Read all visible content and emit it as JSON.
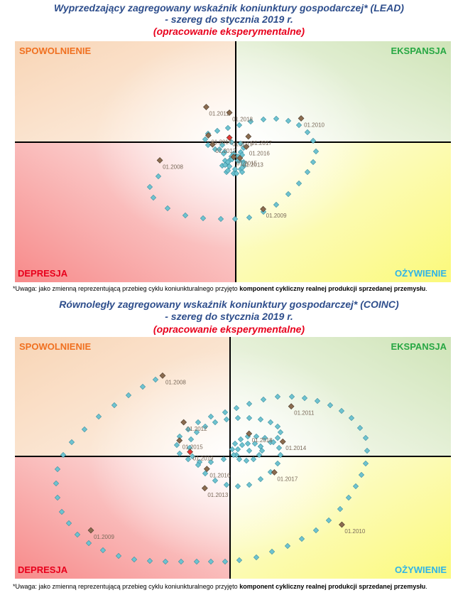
{
  "colors": {
    "slowdown_label": "#f07020",
    "expansion_label": "#27a743",
    "depression_label": "#e8001c",
    "recovery_label": "#2eb4e8",
    "title_blue": "#2e4e8c",
    "title_red": "#e8001c",
    "marker": "#6fc3d0",
    "marker_dated": "#8b6c50",
    "marker_last": "#e53535"
  },
  "chart_data": [
    {
      "type": "scatter",
      "title": "Wyprzedzający zagregowany wskaźnik koniunktury gospodarczej* (LEAD)",
      "subtitle": "- szereg do stycznia 2019 r.",
      "note": "(opracowanie eksperymentalne)",
      "xlim": [
        -1,
        1
      ],
      "ylim": [
        -1,
        1
      ],
      "quadrants": {
        "top_left": "SPOWOLNIENIE",
        "top_right": "EKSPANSJA",
        "bottom_left": "DEPRESJA",
        "bottom_right": "OŻYWIENIE"
      },
      "labeled_points": [
        {
          "label": "01.2008",
          "x": -0.36,
          "y": -0.16
        },
        {
          "label": "01.2009",
          "x": 0.13,
          "y": -0.59
        },
        {
          "label": "01.2010",
          "x": 0.31,
          "y": 0.21
        },
        {
          "label": "01.2011",
          "x": -0.14,
          "y": 0.31
        },
        {
          "label": "01.2012",
          "x": -0.11,
          "y": -0.02
        },
        {
          "label": "01.2013",
          "x": 0.02,
          "y": -0.14
        },
        {
          "label": "01.2014",
          "x": -0.13,
          "y": 0.06
        },
        {
          "label": "01.2015",
          "x": -0.01,
          "y": -0.13
        },
        {
          "label": "01.2016",
          "x": 0.05,
          "y": -0.04
        },
        {
          "label": "01.2017",
          "x": 0.06,
          "y": 0.05
        },
        {
          "label": "01.2018",
          "x": -0.03,
          "y": 0.26
        },
        {
          "label": "01.2019",
          "x": -0.03,
          "y": 0.04
        }
      ],
      "last_point": "01.2019"
    },
    {
      "type": "scatter",
      "title": "Równoległy zagregowany wskaźnik koniunktury gospodarczej* (COINC)",
      "subtitle": "- szereg do stycznia 2019 r.",
      "note": "(opracowanie eksperymentalne)",
      "xlim": [
        -1,
        1
      ],
      "ylim": [
        -1,
        1
      ],
      "quadrants": {
        "top_left": "SPOWOLNIENIE",
        "top_right": "EKSPANSJA",
        "bottom_left": "DEPRESJA",
        "bottom_right": "OŻYWIENIE"
      },
      "labeled_points": [
        {
          "label": "01.2008",
          "x": -0.32,
          "y": 0.71
        },
        {
          "label": "01.2009",
          "x": -0.66,
          "y": -0.65
        },
        {
          "label": "01.2010",
          "x": 0.53,
          "y": -0.6
        },
        {
          "label": "01.2011",
          "x": 0.29,
          "y": 0.44
        },
        {
          "label": "01.2012",
          "x": -0.22,
          "y": 0.3
        },
        {
          "label": "01.2013",
          "x": -0.12,
          "y": -0.28
        },
        {
          "label": "01.2014",
          "x": 0.25,
          "y": 0.13
        },
        {
          "label": "01.2015",
          "x": -0.24,
          "y": 0.14
        },
        {
          "label": "01.2016",
          "x": -0.11,
          "y": -0.11
        },
        {
          "label": "01.2017",
          "x": 0.21,
          "y": -0.14
        },
        {
          "label": "01.2018",
          "x": 0.09,
          "y": 0.2
        },
        {
          "label": "01.2019",
          "x": -0.19,
          "y": 0.04
        }
      ],
      "last_point": "01.2019"
    }
  ],
  "footnote": {
    "prefix": "*Uwaga: jako zmienną reprezentującą przebieg cyklu koniunkturalnego przyjęto ",
    "bold": "komponent cykliczny realnej produkcji sprzedanej przemysłu",
    "suffix": "."
  }
}
